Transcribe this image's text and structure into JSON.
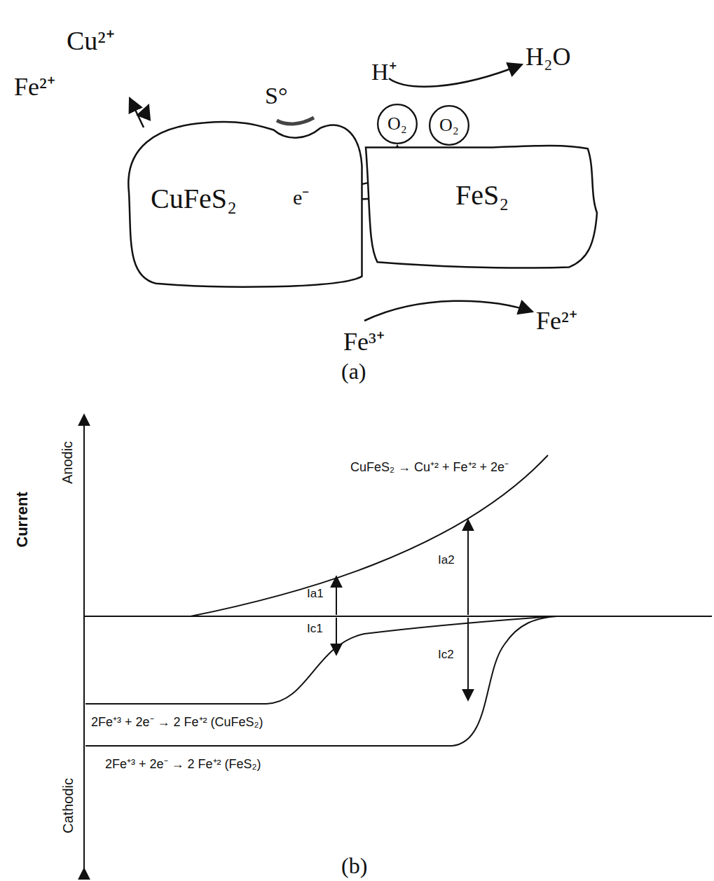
{
  "diagram": {
    "nodes": [
      {
        "text": [
          "CuFeS₂",
          "e⁻"
        ]
      },
      {
        "text": [
          "FeS₂"
        ]
      },
      {
        "text": [
          "O₂"
        ]
      },
      {
        "text": [
          "O₂"
        ]
      }
    ],
    "edges": [
      {
        "from": 0,
        "to": 2,
        "arrow": "to"
      },
      {
        "from": 0,
        "to": 1,
        "arrow": "to"
      }
    ],
    "labels": [
      "Cu²⁺",
      "Fe²⁺",
      "S°",
      "H⁺",
      "H₂O",
      "Fe³⁺",
      "Fe²⁺",
      "(a)",
      "CuFeS₂ → Cu⁺² + Fe⁺² + 2e⁻",
      "Current",
      "Anodic",
      "Cathodic",
      "Ia1",
      "Ic1",
      "Ia2",
      "Ic2",
      "2Fe⁺³ + 2e⁻ → 2 Fe⁺² (CuFeS₂)",
      "2Fe⁺³ + 2e⁻ → 2 Fe⁺² (FeS₂)",
      "(b)"
    ]
  }
}
